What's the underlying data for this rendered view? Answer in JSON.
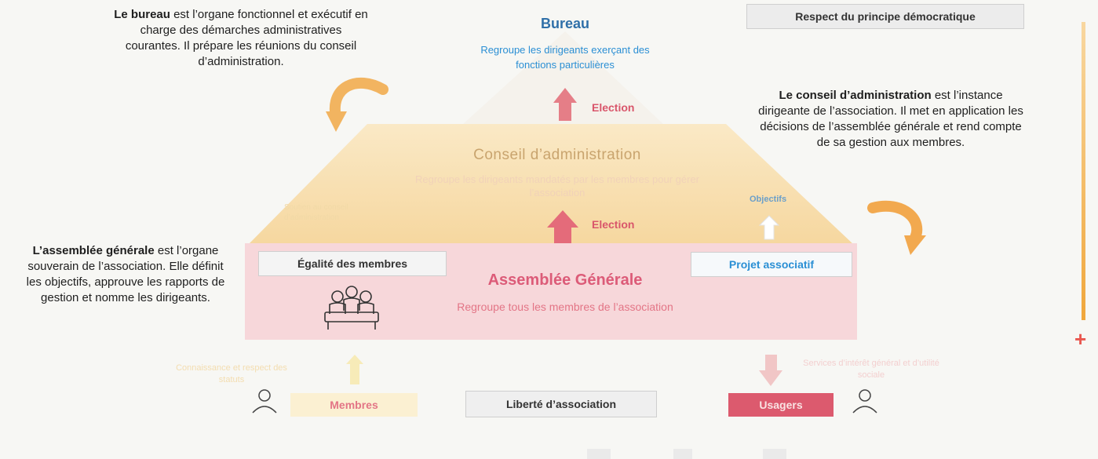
{
  "top_right_tag": "Respect du principe démocratique",
  "bureau": {
    "title": "Bureau",
    "subtitle": "Regroupe les dirigeants exerçant des fonctions particulières"
  },
  "election_top": "Election",
  "election_mid": "Election",
  "bureau_note": {
    "bold": "Le bureau",
    "text": " est l’organe fonctionnel et exécutif en charge des démarches administratives courantes. Il prépare les réunions du conseil d’administration."
  },
  "conseil_note": {
    "bold": "Le conseil d’administration",
    "text": " est l’instance dirigeante de l’association. Il met en application les décisions de l’assemblée générale et rend compte de sa gestion aux membres."
  },
  "assemblee_note": {
    "bold": "L’assemblée générale",
    "text": " est l’organe souverain de l’association. Elle définit les objectifs, approuve les rapports de gestion et nomme les dirigeants."
  },
  "conseil": {
    "title": "Conseil d’administration",
    "subtitle": "Regroupe les dirigeants mandatés par les membres pour gérer l’association"
  },
  "objectifs": "Objectifs",
  "left_faint": "Soutien au conseil d’administration",
  "assemblee": {
    "title": "Assemblée Générale",
    "subtitle": "Regroupe tous les membres de l’association"
  },
  "egalite_tag": "Égalité des membres",
  "projet_tag": "Projet associatif",
  "bottom_left_faint": "Connaissance et respect des statuts",
  "bottom_right_faint": "Services d’intérêt général et d’utilité sociale",
  "membres": "Membres",
  "liberte_tag": "Liberté d’association",
  "usagers": "Usagers",
  "plus_sign": "+",
  "colors": {
    "orange": "#f2b460",
    "pyramid_top": "#f8e2b6",
    "pyramid_base": "#f6d3d8",
    "pink_red": "#d9566b",
    "blue": "#2b8fd4",
    "usagers_bg": "#dc5a6e"
  }
}
